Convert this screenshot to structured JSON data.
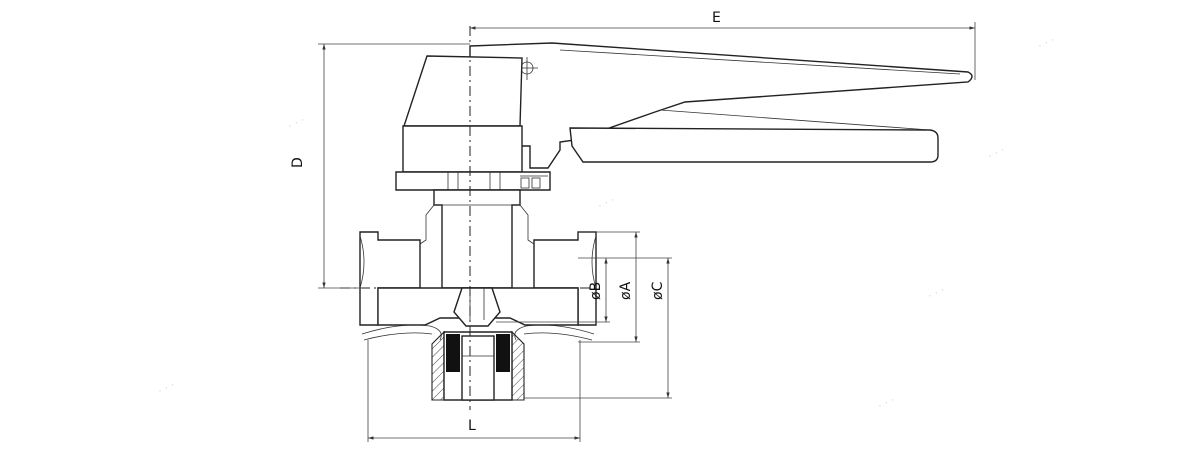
{
  "dimensions": {
    "E": "E",
    "D": "D",
    "L": "L",
    "B": "øB",
    "A": "øA",
    "C": "øC"
  },
  "colors": {
    "line": "#222222",
    "background": "#ffffff"
  }
}
